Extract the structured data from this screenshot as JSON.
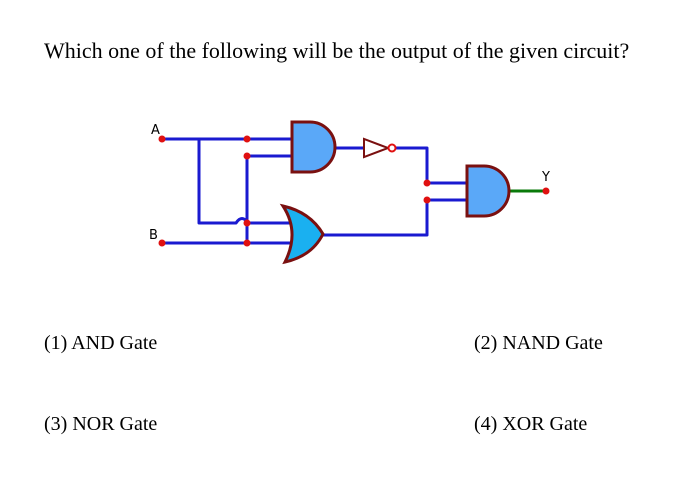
{
  "question": "Which one of the following will be the output of the given circuit?",
  "options": [
    {
      "number": "(1)",
      "text": "(1) AND Gate"
    },
    {
      "number": "(2)",
      "text": "(2) NAND Gate"
    },
    {
      "number": "(3)",
      "text": "(3) NOR Gate"
    },
    {
      "number": "(4)",
      "text": "(4) XOR Gate"
    }
  ],
  "circuit": {
    "input_a": "A",
    "input_b": "B",
    "output_y": "Y",
    "gates": [
      "AND",
      "NOT",
      "OR",
      "AND"
    ],
    "colors": {
      "wire": "#1a1ad0",
      "output_wire": "#0a7a0a",
      "gate_outline": "#7a1010",
      "and_fill": "#5aa8f8",
      "or_fill": "#1ab0f0",
      "node": "#e01010"
    }
  }
}
